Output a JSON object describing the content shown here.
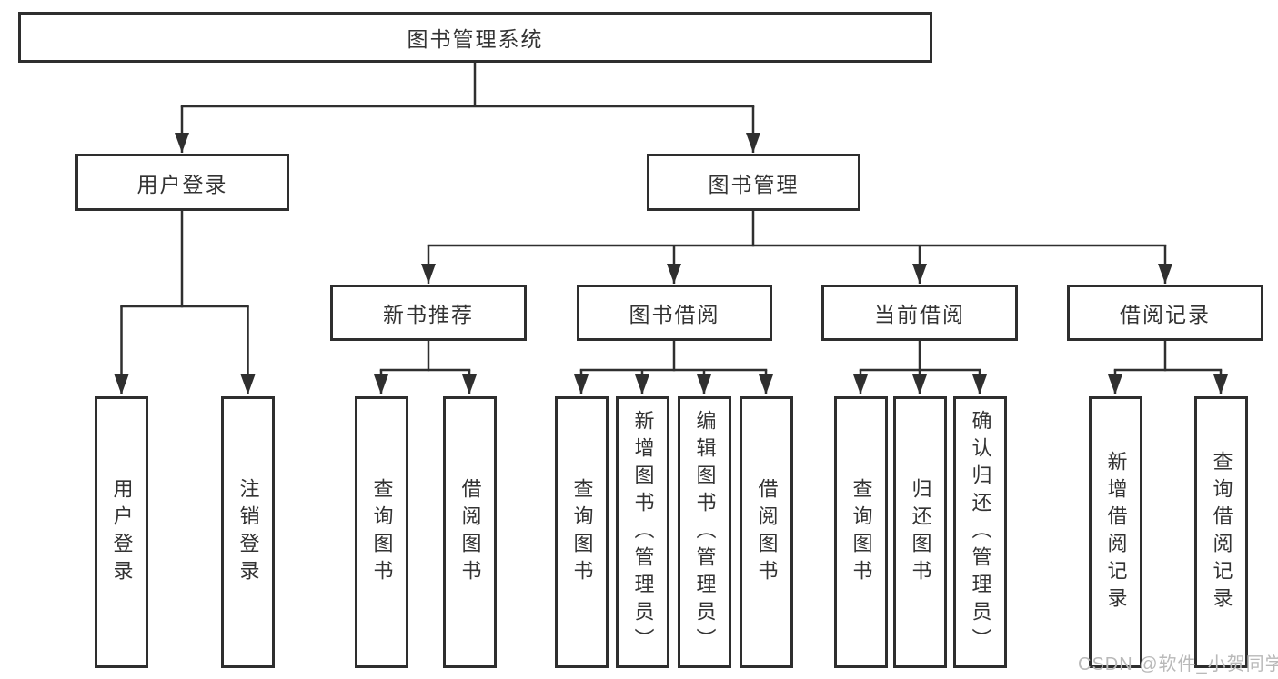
{
  "diagram": {
    "root_label": "图书管理系统",
    "level2": [
      {
        "label": "用户登录",
        "children": [
          "用户登录",
          "注销登录"
        ]
      },
      {
        "label": "图书管理",
        "children": [
          {
            "label": "新书推荐",
            "children": [
              "查询图书",
              "借阅图书"
            ]
          },
          {
            "label": "图书借阅",
            "children": [
              "查询图书",
              "新增图书（管理员）",
              "编辑图书（管理员）",
              "借阅图书"
            ]
          },
          {
            "label": "当前借阅",
            "children": [
              "查询图书",
              "归还图书",
              "确认归还（管理员）"
            ]
          },
          {
            "label": "借阅记录",
            "children": [
              "新增借阅记录",
              "查询借阅记录"
            ]
          }
        ]
      }
    ],
    "watermark": "CSDN @软件_小贺同学",
    "colors": {
      "line": "#2f2f2f",
      "border": "#2e2e2e",
      "text": "#333333",
      "watermark": "#b9b9b9",
      "background": "#ffffff"
    }
  }
}
